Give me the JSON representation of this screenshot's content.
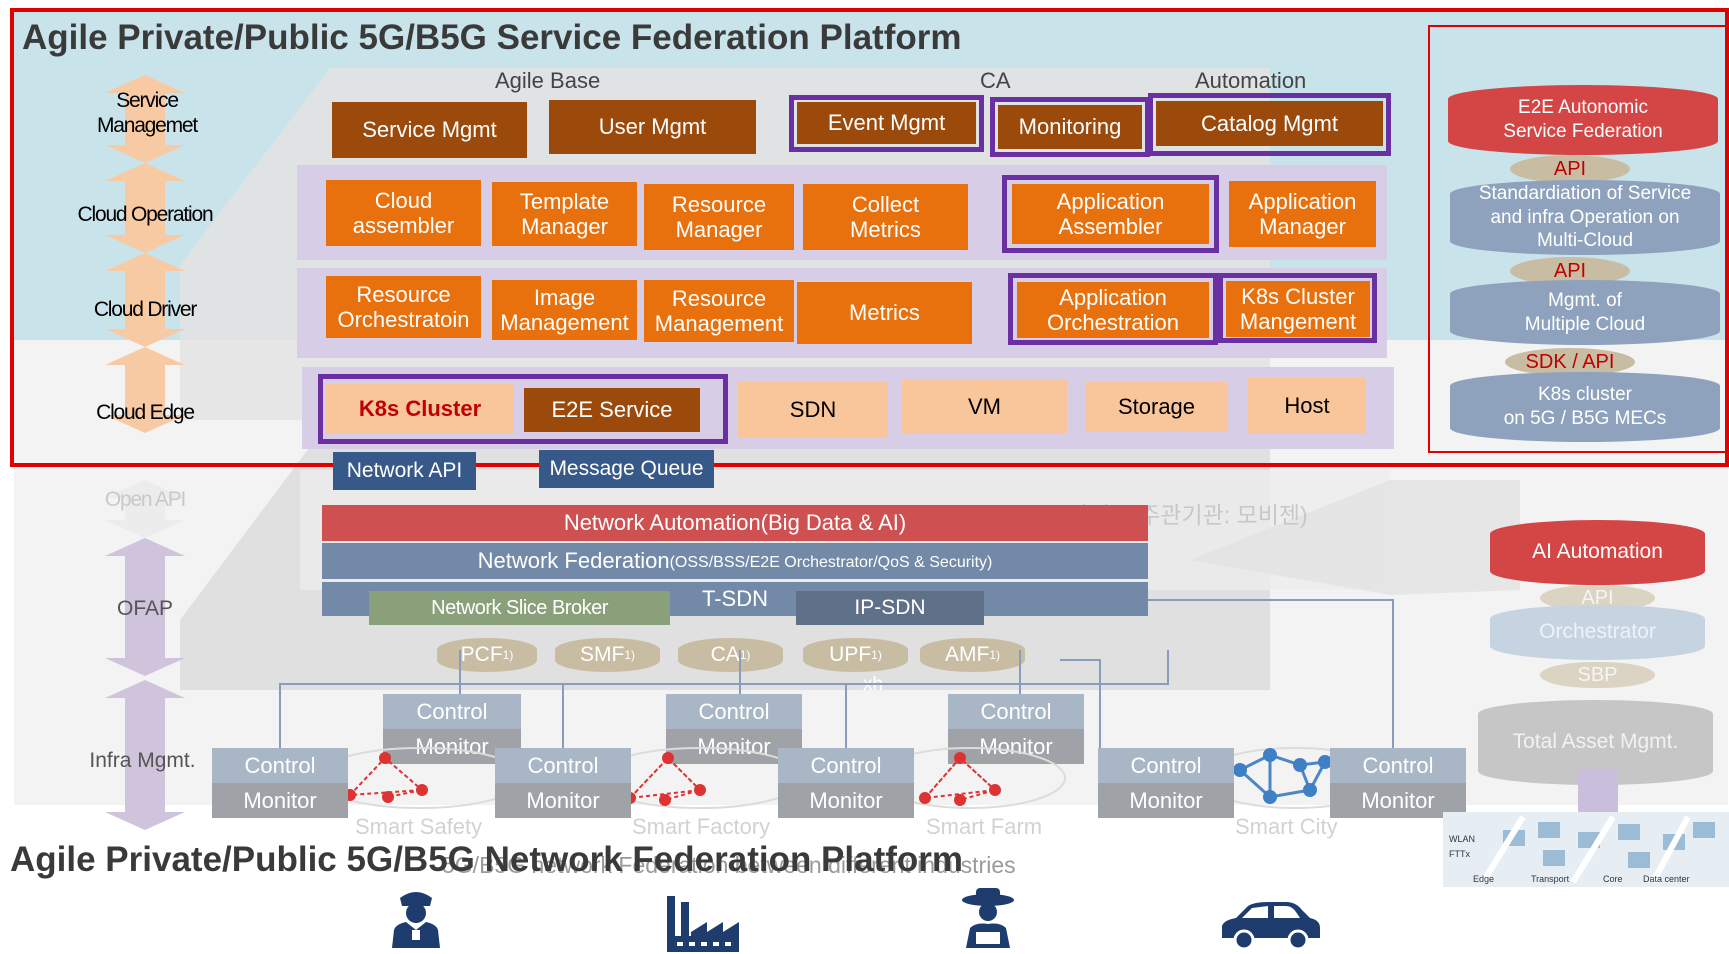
{
  "service_platform": {
    "title": "Agile Private/Public 5G/B5G Service Federation Platform",
    "column_headers": [
      "Agile Base",
      "CA",
      "Automation"
    ],
    "layers": [
      "Service\nManagemet",
      "Cloud Operation",
      "Cloud Driver",
      "Cloud Edge"
    ],
    "service_row": [
      "Service Mgmt",
      "User Mgmt",
      "Event Mgmt",
      "Monitoring",
      "Catalog Mgmt"
    ],
    "operation_row": [
      "Cloud\nassembler",
      "Template\nManager",
      "Resource\nManager",
      "Collect\nMetrics",
      "Application\nAssembler",
      "Application\nManager"
    ],
    "driver_row": [
      "Resource\nOrchestratoin",
      "Image\nManagement",
      "Resource\nManagement",
      "Metrics",
      "Application\nOrchestration",
      "K8s Cluster\nMangement"
    ],
    "edge_row": [
      "K8s Cluster",
      "E2E  Service",
      "SDN",
      "VM",
      "Storage",
      "Host"
    ],
    "interfaces": [
      "Network API",
      "Message Queue"
    ]
  },
  "right_stack_top": {
    "items": [
      "E2E Autonomic\nService Federation",
      "API",
      "Standardiation of Service\nand infra Operation  on\nMulti-Cloud",
      "API",
      "Mgmt. of\nMultiple Cloud",
      "SDK / API",
      "K8s cluster\non 5G / B5G MECs"
    ]
  },
  "network_platform": {
    "title": "Agile Private/Public 5G/B5G Network Federation Platform",
    "layers": [
      "Open API",
      "OFAP",
      "Infra Mgmt."
    ],
    "korean_note": "사업부(주관기관: 모비젠)",
    "bars": {
      "automation": "Network Automation(Big Data & AI)",
      "federation_main": "Network Federation",
      "federation_sub": "(OSS/BSS/E2E Orchestrator/QoS & Security)",
      "slice_broker": "Network Slice Broker",
      "tsdn": "T-SDN",
      "ipsdn": "IP-SDN"
    },
    "functions": [
      "PCF",
      "SMF",
      "CA",
      "UPF",
      "AMF"
    ],
    "function_sup": "1)",
    "xh": "xh",
    "control_label": "Control",
    "monitor_label": "Monitor",
    "domains": [
      "Smart Safety",
      "Smart Factory",
      "Smart Farm",
      "Smart City"
    ],
    "footer_note": "5G/B5G network Federation between different industries"
  },
  "right_stack_bottom": {
    "items": [
      "AI Automation",
      "API",
      "Orchestrator",
      "SBP",
      "Total Asset Mgmt."
    ],
    "infra_labels": [
      "Edge",
      "Transport",
      "Core",
      "Data center",
      "WLAN",
      "FTTx"
    ]
  },
  "icons": [
    "police-officer-icon",
    "factory-icon",
    "farmer-icon",
    "car-icon"
  ],
  "colors": {
    "accent_red": "#e00000",
    "brown": "#9b4a0c",
    "orange": "#e8700d",
    "peach": "#f9c69b",
    "purple": "#6a2fa0",
    "light_blue": "#c9e3eb",
    "lavender": "#d8cde6",
    "red_bar": "#cf5050",
    "blue_bar": "#7389a8"
  }
}
